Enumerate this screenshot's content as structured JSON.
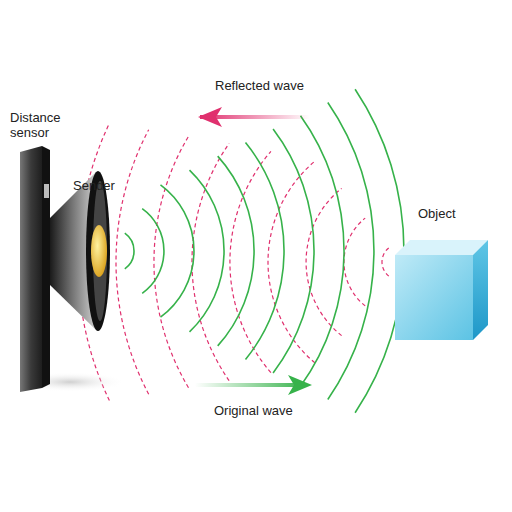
{
  "diagram": {
    "labels": [
      "Reflected wave",
      "Distance sensor",
      "Sender",
      "Object",
      "Original wave"
    ]
  }
}
